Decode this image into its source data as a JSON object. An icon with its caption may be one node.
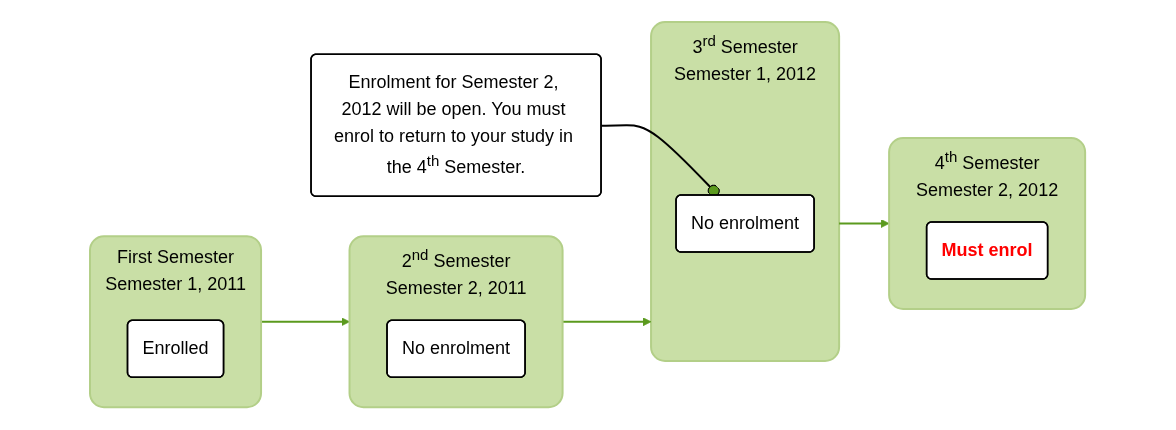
{
  "diagram": {
    "nodes": [
      {
        "text": [
          "First Semester",
          "Semester 1, 2011"
        ]
      },
      {
        "text": [
          "Enrolled"
        ],
        "in": 0
      },
      {
        "text": [
          "2$^{nd}$ Semester",
          "Semester 2, 2011"
        ]
      },
      {
        "text": [
          "No enrolment"
        ],
        "in": 2
      },
      {
        "text": [
          "3$^{rd}$ Semester",
          "Semester 1, 2012"
        ]
      },
      {
        "text": [
          "No enrolment"
        ],
        "in": 4
      },
      {
        "text": [
          "4$^{th}$ Semester",
          "Semester 2, 2012"
        ]
      },
      {
        "text": [
          "Must enrol"
        ],
        "in": 6
      },
      {
        "text": [
          "Enrolment for Semester 2, 2012 will be open. You must enrol to return to your study in the 4$^{th}$ Semester."
        ]
      }
    ],
    "edges": [
      {
        "from": 0,
        "to": 2,
        "arrow": "to"
      },
      {
        "from": 2,
        "to": 4,
        "arrow": "to"
      },
      {
        "from": 4,
        "to": 6,
        "arrow": "to"
      },
      {
        "from": 8,
        "to": 5,
        "arrow": "other",
        "color": "#000000"
      }
    ]
  }
}
